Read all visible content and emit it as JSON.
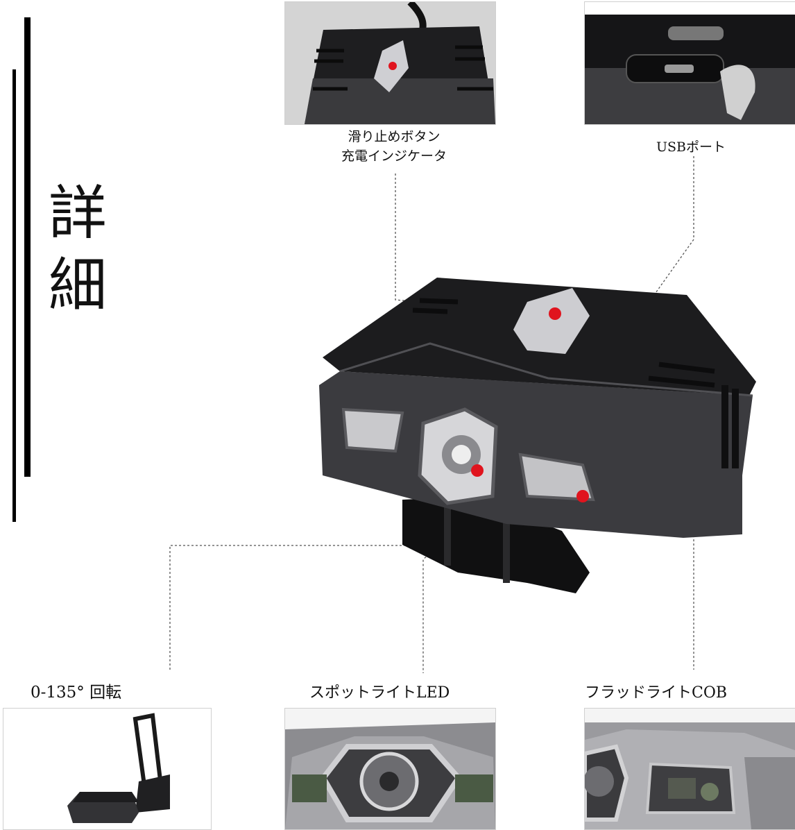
{
  "title": {
    "line1": "詳",
    "line2": "細"
  },
  "callouts": {
    "button": {
      "line1": "滑り止めボタン",
      "line2": "充電インジケータ"
    },
    "usb": "USBポート",
    "rotation": "0-135° 回転",
    "spotlight": "スポットライトLED",
    "floodlight": "フラッドライトCOB"
  },
  "icons": [
    "micro-usb-port-icon",
    "red-indicator-dot-icon"
  ],
  "colors": {
    "device_body": "#2e2e31",
    "device_top": "#1c1c1e",
    "indicator": "#e0141e",
    "guide_line": "#555555"
  }
}
